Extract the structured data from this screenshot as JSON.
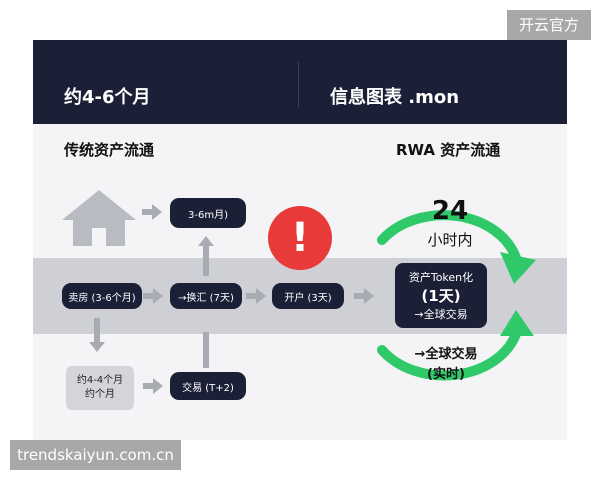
{
  "header": {
    "left_text": "约4-6个月",
    "right_text": "信息图表 .mon"
  },
  "watermarks": {
    "top_right": "开云官方",
    "bottom_left": "trendskaiyun.com.cn"
  },
  "sections": {
    "traditional_title": "传统资产流通",
    "rwa_title": "RWA 资产流通"
  },
  "nodes": {
    "months_pill": "3-6m月)",
    "sell_house": "卖房 (3-6个月)",
    "exchange": "→换汇 (7天)",
    "open_account": "开户 (3天)",
    "about_box_line1": "约4-4个月",
    "about_box_line2": "约个月",
    "trade": "交易 (T+2)",
    "alert_symbol": "!"
  },
  "rwa": {
    "hours_number": "24",
    "hours_label": "小时内",
    "token_line1": "资产Token化",
    "token_line2": "(1天)",
    "token_line3": "→全球交易",
    "global_line1": "→全球交易",
    "global_line2": "(实时)"
  },
  "colors": {
    "navy": "#1c2036",
    "green": "#2fc96a",
    "red": "#e93a3a",
    "gray_arrow": "#a9abb3",
    "band": "#cfd0d6"
  }
}
